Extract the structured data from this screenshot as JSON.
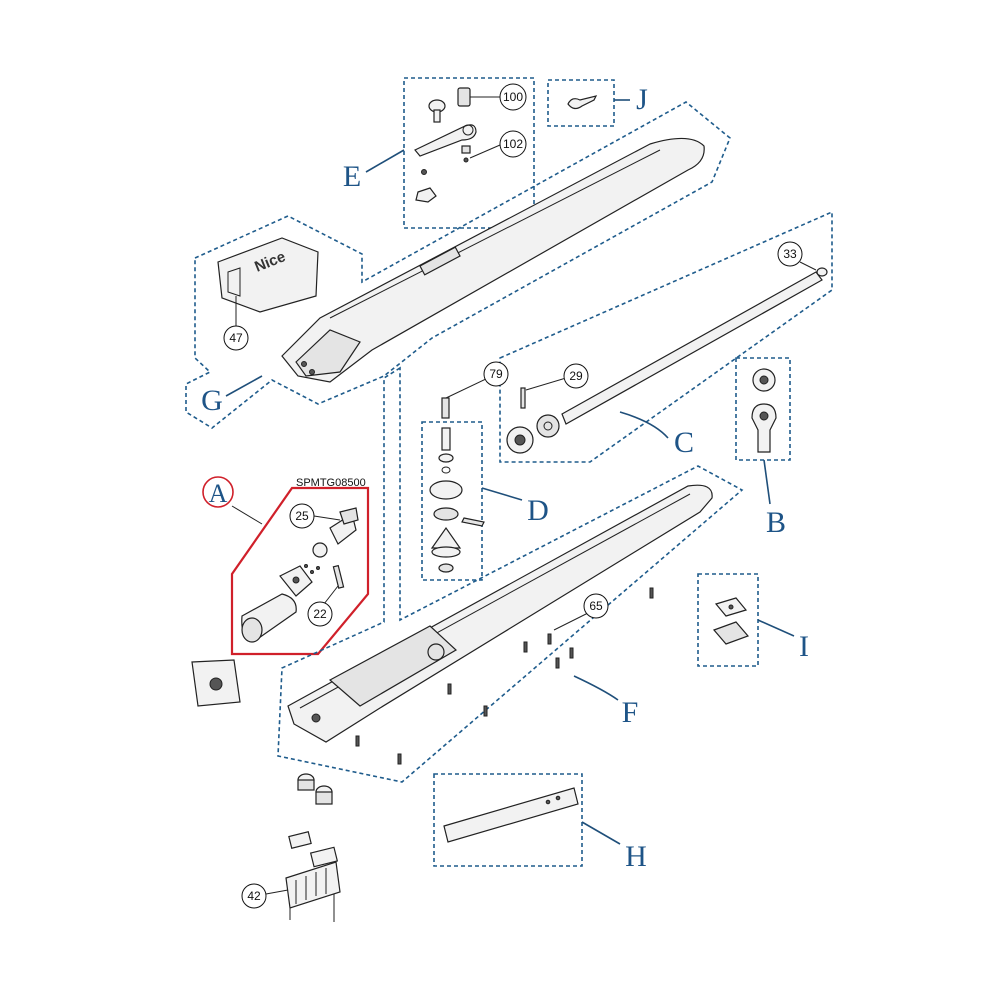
{
  "letters": {
    "A": "A",
    "B": "B",
    "C": "C",
    "D": "D",
    "E": "E",
    "F": "F",
    "G": "G",
    "H": "H",
    "I": "I",
    "J": "J"
  },
  "callouts": {
    "n100": "100",
    "n102": "102",
    "n33": "33",
    "n47": "47",
    "n79": "79",
    "n29": "29",
    "n25": "25",
    "n22": "22",
    "n65": "65",
    "n42": "42"
  },
  "kit_code": "SPMTG08500",
  "logo_text": "Nice",
  "colors": {
    "group_border": "#1f5c8c",
    "highlight": "#d0202a",
    "letter": "#1e5487"
  }
}
